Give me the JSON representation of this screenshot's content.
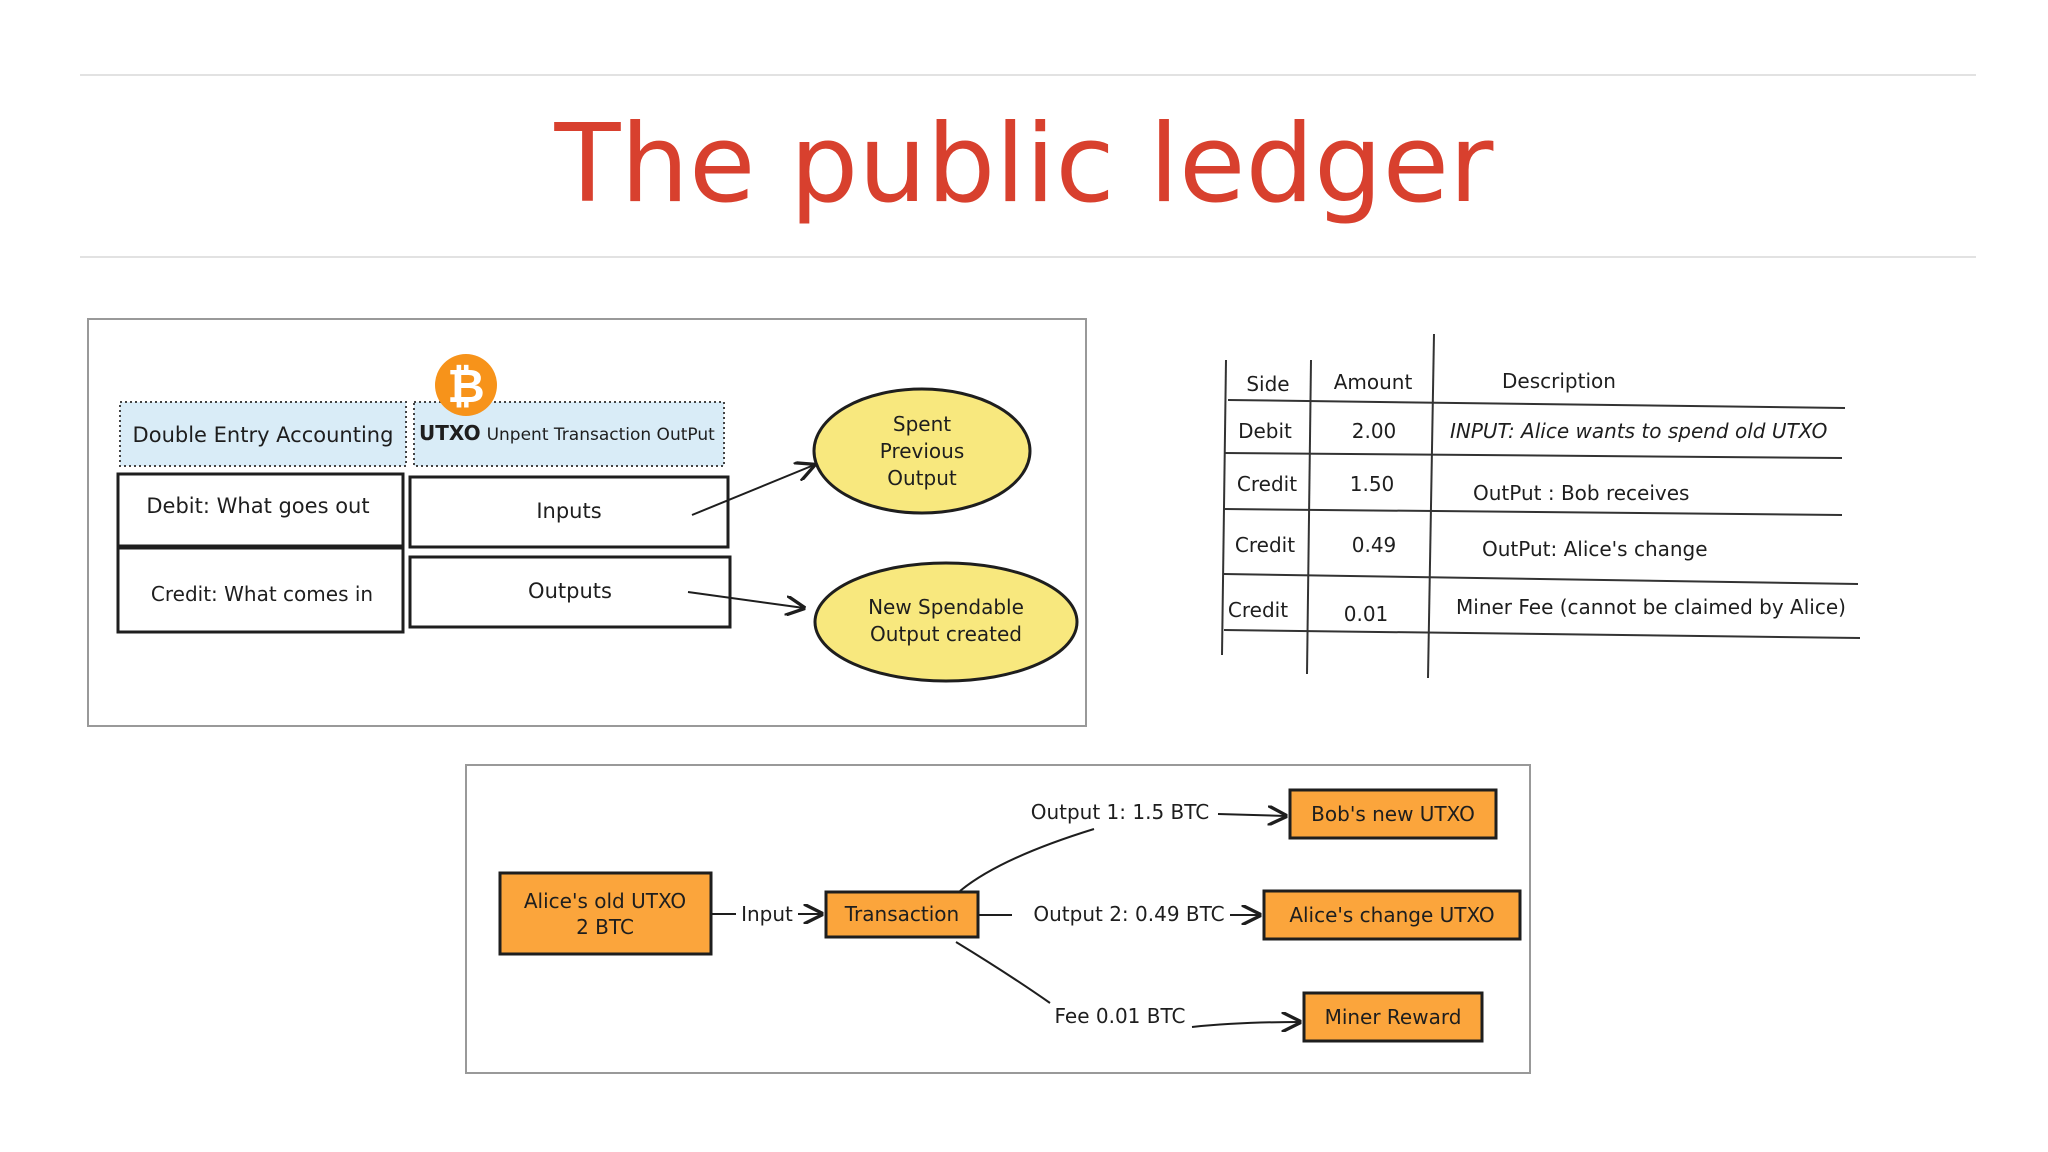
{
  "slide": {
    "title": "The public ledger"
  },
  "colors": {
    "title": "#d8402e",
    "header_fill": "#d9ecf7",
    "ellipse_fill": "#f8e87e",
    "node_fill": "#fba53c",
    "bitcoin": "#f7931a"
  },
  "mapping": {
    "header_left": "Double Entry Accounting",
    "header_right_bold": "UTXO",
    "header_right_rest": "Unpent Transaction OutPut",
    "debit": "Debit: What goes out",
    "credit": "Credit: What comes in",
    "inputs": "Inputs",
    "outputs": "Outputs",
    "spent": [
      "Spent",
      "Previous",
      "Output"
    ],
    "new_output": [
      "New Spendable",
      "Output created"
    ],
    "bitcoin_symbol": "₿"
  },
  "ledger": {
    "headers": {
      "side": "Side",
      "amount": "Amount",
      "description": "Description"
    },
    "rows": [
      {
        "side": "Debit",
        "amount": "2.00",
        "description": "INPUT: Alice wants to spend old UTXO"
      },
      {
        "side": "Credit",
        "amount": "1.50",
        "description": "OutPut : Bob receives"
      },
      {
        "side": "Credit",
        "amount": "0.49",
        "description": "OutPut: Alice's change"
      },
      {
        "side": "Credit",
        "amount": "0.01",
        "description": "Miner Fee (cannot be claimed by Alice)"
      }
    ]
  },
  "flow": {
    "source": [
      "Alice's old UTXO",
      "2 BTC"
    ],
    "input_label": "Input",
    "transaction": "Transaction",
    "output1_label": "Output 1: 1.5 BTC",
    "output2_label": "Output 2: 0.49 BTC",
    "fee_label": "Fee 0.01 BTC",
    "bob": "Bob's new UTXO",
    "alice_change": "Alice's change UTXO",
    "miner": "Miner Reward"
  }
}
